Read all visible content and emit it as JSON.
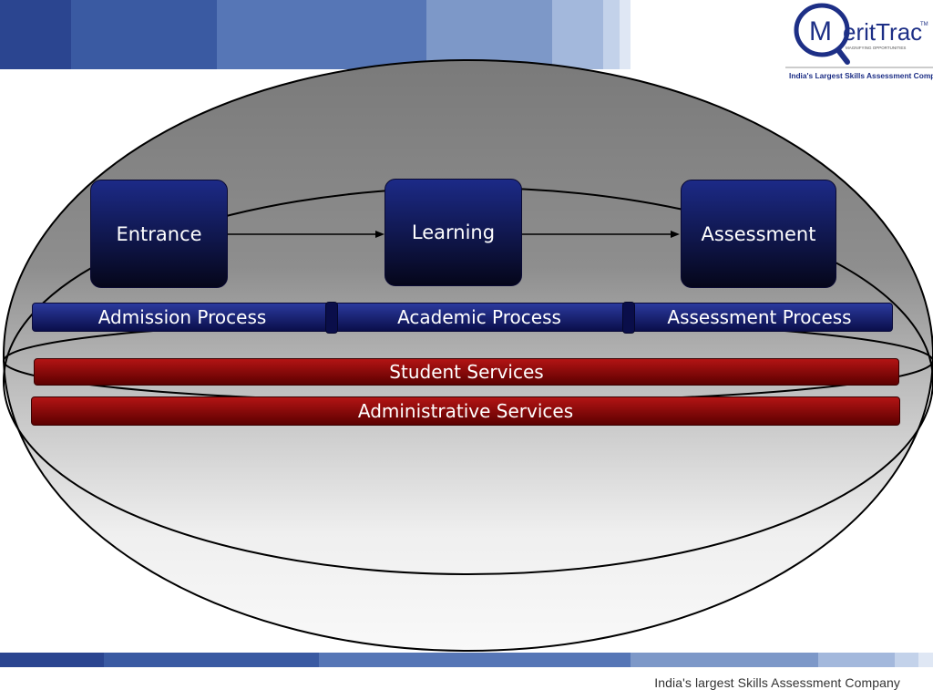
{
  "header": {
    "logo_text": "MeritTrac",
    "logo_tm": "TM",
    "logo_tagline": "MAGNIFYING OPPORTUNITIES",
    "logo_subtitle": "India's Largest Skills Assessment Company"
  },
  "diagram": {
    "stages": [
      {
        "label": "Entrance"
      },
      {
        "label": "Learning"
      },
      {
        "label": "Assessment"
      }
    ],
    "processes": [
      {
        "label": "Admission Process"
      },
      {
        "label": "Academic Process"
      },
      {
        "label": "Assessment Process"
      }
    ],
    "services": [
      {
        "label": "Student Services"
      },
      {
        "label": "Administrative Services"
      }
    ],
    "colors": {
      "stage_box": "#1c2a87",
      "process_bar": "#2b3a9e",
      "service_bar": "#b31414"
    }
  },
  "footer": {
    "text": "India's largest Skills Assessment Company"
  }
}
